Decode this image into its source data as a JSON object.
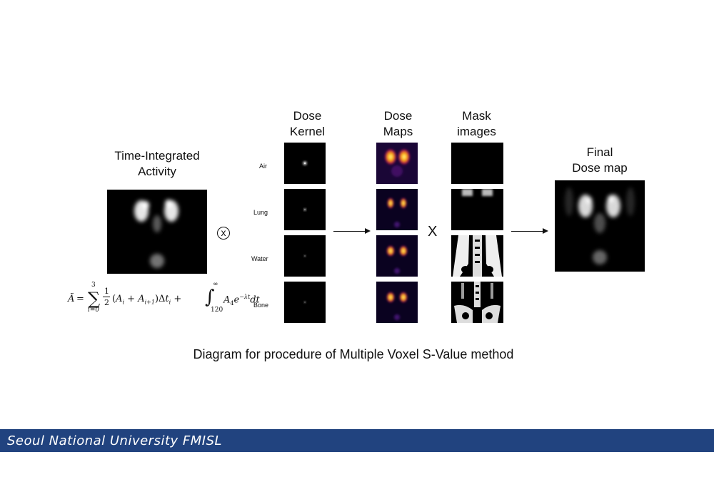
{
  "headings": {
    "tia": [
      "Time-Integrated",
      "Activity"
    ],
    "kernel": [
      "Dose",
      "Kernel"
    ],
    "maps": [
      "Dose",
      "Maps"
    ],
    "mask": [
      "Mask",
      "images"
    ],
    "final": [
      "Final",
      "Dose map"
    ]
  },
  "rows": [
    "Air",
    "Lung",
    "Water",
    "Bone"
  ],
  "operators": {
    "convolve": "x",
    "multiply": "X"
  },
  "caption": "Diagram for procedure of Multiple Voxel S-Value method",
  "footer": "Seoul National University FMISL",
  "formula": {
    "lhs": "Ã",
    "sum_upper": "3",
    "sum_lower": "i=0",
    "frac_num": "1",
    "frac_den": "2",
    "body": "(A",
    "int_upper": "∞",
    "int_lower": "120"
  }
}
